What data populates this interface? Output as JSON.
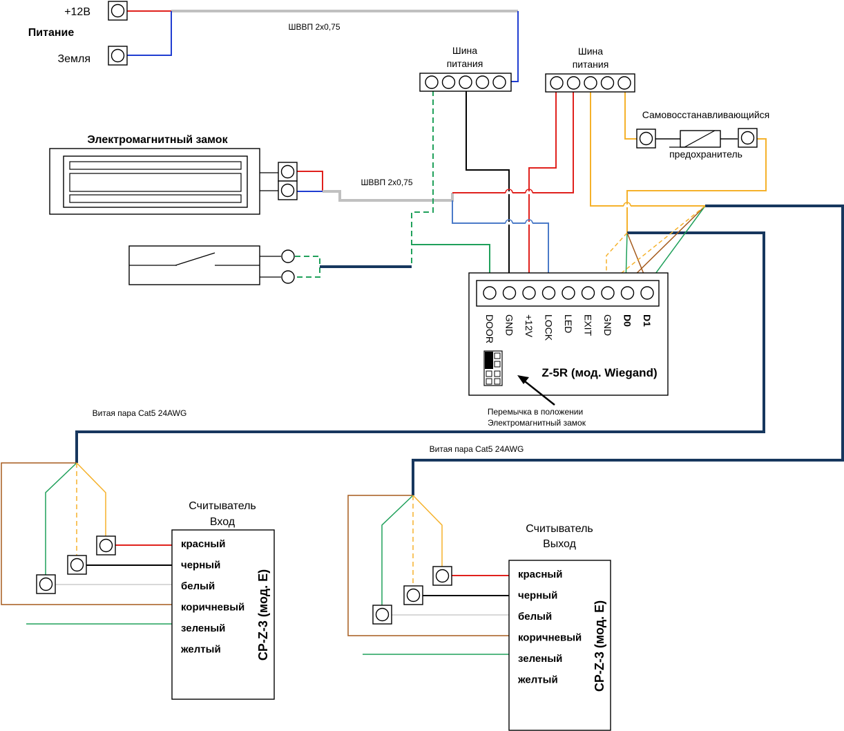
{
  "colors": {
    "red": "#e0201c",
    "blue": "#1f3dd1",
    "gray": "#c0c0c0",
    "black": "#000000",
    "green": "#1fa05a",
    "yellow": "#f5b12a",
    "brown": "#a55a1c",
    "navy": "#17375e",
    "white_wire": "#d8d8d8",
    "lightblue": "#4a7ac8"
  },
  "power": {
    "title": "Питание",
    "plus_label": "+12В",
    "ground_label": "Земля"
  },
  "cables": {
    "power_cable": "ШВВП 2х0,75",
    "lock_cable": "ШВВП 2х0,75",
    "twisted_pair_1": "Витая пара Cat5 24AWG",
    "twisted_pair_2": "Витая пара Cat5 24AWG"
  },
  "bus_1": {
    "line1": "Шина",
    "line2": "питания"
  },
  "bus_2": {
    "line1": "Шина",
    "line2": "питания"
  },
  "fuse": {
    "line1": "Самовосстанавливающийся",
    "line2": "предохранитель"
  },
  "lock": {
    "title": "Электромагнитный замок"
  },
  "controller": {
    "title": "Z-5R (мод. Wiegand)",
    "terminals": [
      "DOOR",
      "GND",
      "+12V",
      "LOCK",
      "LED",
      "EXIT",
      "GND",
      "D0",
      "D1"
    ],
    "jumper_note_1": "Перемычка в положении",
    "jumper_note_2": "Электромагнитный замок"
  },
  "reader_in": {
    "title_1": "Считыватель",
    "title_2": "Вход",
    "model": "CP-Z-3 (мод. E)",
    "wires": [
      "красный",
      "черный",
      "белый",
      "коричневый",
      "зеленый",
      "желтый"
    ]
  },
  "reader_out": {
    "title_1": "Считыватель",
    "title_2": "Выход",
    "model": "CP-Z-3 (мод. E)",
    "wires": [
      "красный",
      "черный",
      "белый",
      "коричневый",
      "зеленый",
      "желтый"
    ]
  }
}
